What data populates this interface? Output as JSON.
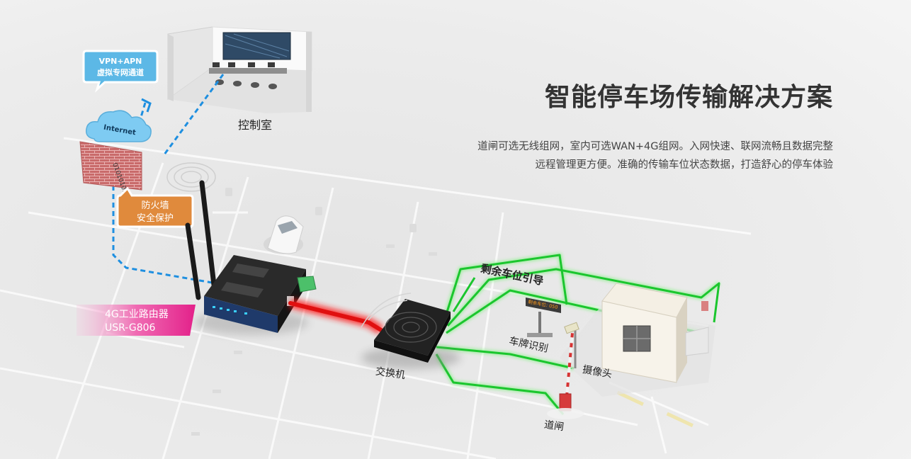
{
  "solution": {
    "title": "智能停车场传输解决方案",
    "description_line1": "道闸可选无线组网，室内可选WAN+4G组网。入网快速、联网流畅且数据完整",
    "description_line2": "远程管理更方便。准确的传输车位状态数据，打造舒心的停车体验"
  },
  "diagram": {
    "vpn_callout_line1": "VPN+APN",
    "vpn_callout_line2": "虚拟专网通道",
    "internet_label": "Internet",
    "firewall_code": "01010101",
    "firewall_callout_line1": "防火墙",
    "firewall_callout_line2": "安全保护",
    "control_room_label": "控制室",
    "router_label_line1": "4G工业路由器",
    "router_label_line2": "USR-G806",
    "switch_label": "交换机",
    "parking_guide_label": "剩余车位引导",
    "plate_recognition_label": "车牌识别",
    "camera_label": "摄像头",
    "barrier_gate_label": "道闸",
    "sign_text": "剩余车位: 050"
  },
  "colors": {
    "vpn_callout": "#5cb8e6",
    "firewall_callout": "#e08a3c",
    "router_label": "#e93c98",
    "ethernet_link": "#ff1a1a",
    "network_links": "#22cc33",
    "tunnel_line": "#1e8fe0",
    "title_text": "#333333"
  }
}
